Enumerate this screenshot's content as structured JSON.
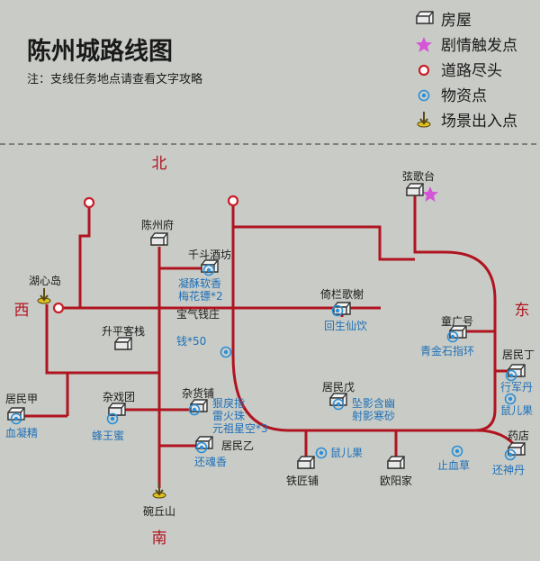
{
  "title": "陈州城路线图",
  "note": "注：支线任务地点请查看文字攻略",
  "legend": [
    {
      "symbol": "house",
      "label": "房屋"
    },
    {
      "symbol": "star",
      "label": "剧情触发点"
    },
    {
      "symbol": "road-end",
      "label": "道路尽头"
    },
    {
      "symbol": "item",
      "label": "物资点"
    },
    {
      "symbol": "entrance",
      "label": "场景出入点"
    }
  ],
  "directions": {
    "north": "北",
    "south": "南",
    "west": "西",
    "east": "东"
  },
  "houses": [
    "弦歌台",
    "陈州府",
    "千斗酒坊",
    "升平客栈",
    "倚栏歌榭",
    "宝气钱庄",
    "童广号",
    "居民丁",
    "居民戊",
    "居民甲",
    "杂戏团",
    "杂货铺",
    "居民乙",
    "铁匠铺",
    "欧阳家",
    "药店"
  ],
  "entrances": [
    "湖心岛",
    "碗丘山"
  ],
  "item_groups": [
    [
      "凝酥软香",
      "梅花镖*2"
    ],
    [
      "回生仙饮"
    ],
    [
      "钱*50"
    ],
    [
      "青金石指环"
    ],
    [
      "行军丹"
    ],
    [
      "鼠儿果"
    ],
    [
      "坠影含幽",
      "射影寒砂"
    ],
    [
      "血凝精"
    ],
    [
      "蜂王蜜"
    ],
    [
      "狠戾指",
      "雷火珠",
      "元祖星空*3"
    ],
    [
      "还魂香"
    ],
    [
      "鼠儿果"
    ],
    [
      "止血草"
    ],
    [
      "还神丹"
    ]
  ],
  "colors": {
    "background": "#c9ccc6",
    "road": "#b01420",
    "text": "#1a1a1a",
    "item_text": "#1e6fb8",
    "direction_text": "#b01420",
    "star": "#d455d8",
    "entrance": "#e0c020"
  }
}
